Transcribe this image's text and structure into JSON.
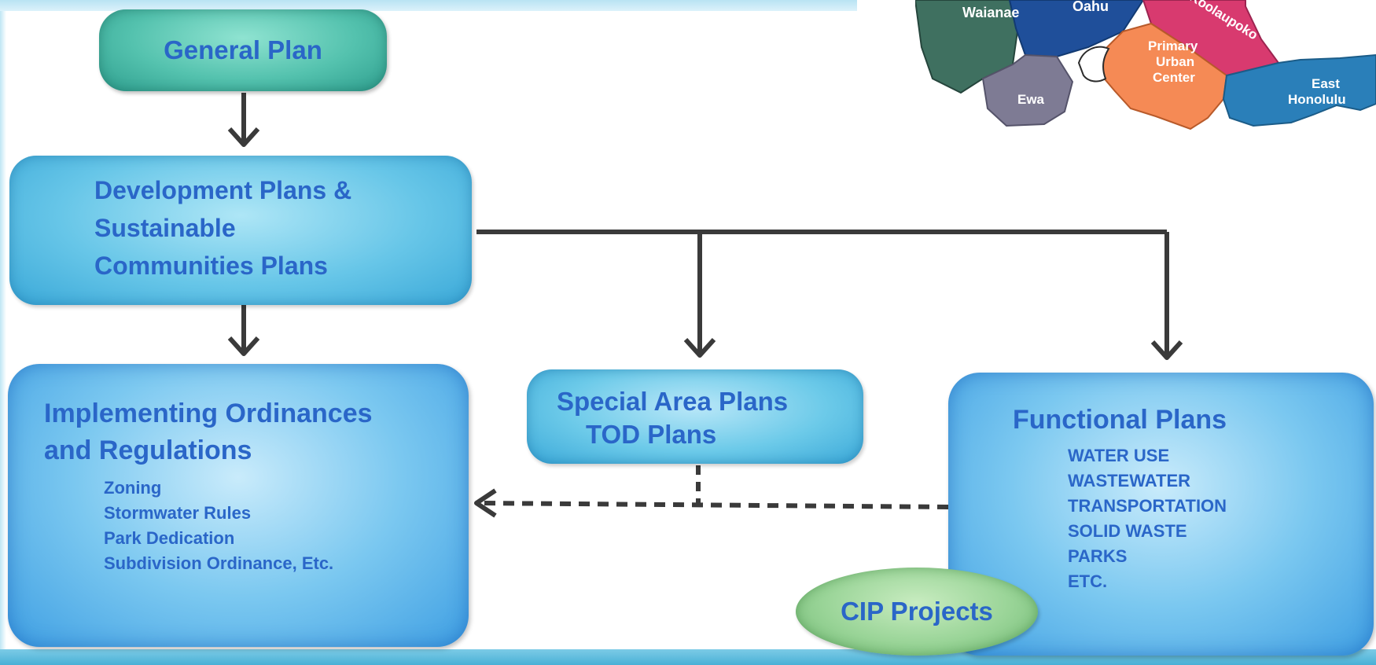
{
  "general_plan": {
    "label": "General Plan"
  },
  "development_plans": {
    "lines": [
      "Development Plans &",
      "Sustainable",
      "Communities Plans"
    ]
  },
  "implementing": {
    "heading_lines": [
      "Implementing Ordinances",
      "and Regulations"
    ],
    "items": [
      "Zoning",
      "Stormwater Rules",
      "Park Dedication",
      "Subdivision Ordinance, Etc."
    ]
  },
  "special_area": {
    "lines": [
      "Special Area Plans",
      "TOD Plans"
    ]
  },
  "functional": {
    "heading": "Functional Plans",
    "items": [
      "WATER USE",
      "WASTEWATER",
      "TRANSPORTATION",
      "SOLID WASTE",
      "PARKS",
      "ETC."
    ]
  },
  "cip": {
    "label": "CIP Projects"
  },
  "map": {
    "regions": [
      {
        "label": "Waianae",
        "color": "#3f7060"
      },
      {
        "label": "Oahu",
        "color": "#1f4f9a"
      },
      {
        "label": "Koolaupoko",
        "color": "#d83a6f"
      },
      {
        "label": "Primary",
        "color": "#f58a55"
      },
      {
        "label": "Urban",
        "color": "#f58a55"
      },
      {
        "label": "Center",
        "color": "#f58a55"
      },
      {
        "label": "Ewa",
        "color": "#7e7b94"
      },
      {
        "label": "East",
        "color": "#2a7fb9"
      },
      {
        "label": "Honolulu",
        "color": "#2a7fb9"
      }
    ]
  },
  "colors": {
    "text": "#2a66c8",
    "connector": "#3a3a3a",
    "general_plan_fill": "#54c2ae",
    "blue_box_fill": "#67c6e8",
    "cip_fill": "#99d497"
  }
}
